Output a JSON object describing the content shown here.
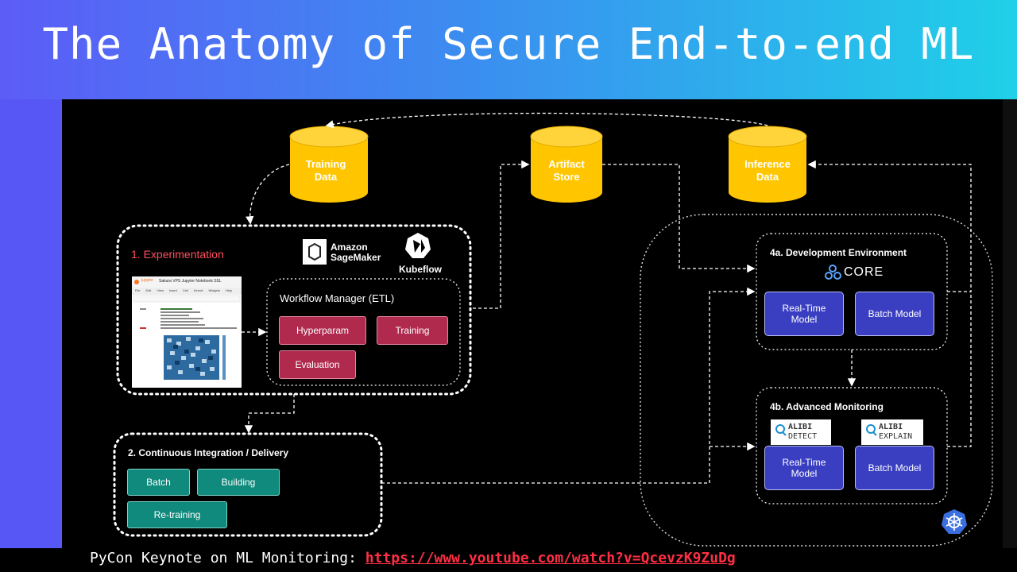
{
  "title": "The Anatomy of Secure End-to-end ML",
  "footer": {
    "prefix": "PyCon Keynote on ML Monitoring: ",
    "link": "https://www.youtube.com/watch?v=QcevzK9ZuDg"
  },
  "stores": {
    "training": [
      "Training",
      "Data"
    ],
    "artifact": [
      "Artifact",
      "Store"
    ],
    "inference": [
      "Inference",
      "Data"
    ]
  },
  "experimentation": {
    "label": "1. Experimentation",
    "sagemaker": [
      "Amazon",
      "SageMaker"
    ],
    "kubeflow": "Kubeflow",
    "workflow": {
      "label": "Workflow Manager (ETL)",
      "hyperparam": "Hyperparam",
      "training": "Training",
      "evaluation": "Evaluation"
    }
  },
  "notebook": {
    "brand": "jupyter",
    "title": "Sakura VPS Jupyter Notebook SSL",
    "menu": [
      "File",
      "Edit",
      "View",
      "Insert",
      "Cell",
      "Kernel",
      "Widgets",
      "Help"
    ]
  },
  "ci": {
    "label": "2. Continuous Integration / Delivery",
    "batch": "Batch",
    "building": "Building",
    "retraining": "Re-training"
  },
  "dev": {
    "label": "4a. Development Environment",
    "core": "CORE",
    "realtime": [
      "Real-Time",
      "Model"
    ],
    "batch": "Batch Model"
  },
  "monitoring": {
    "label": "4b. Advanced Monitoring",
    "detect": [
      "ALIBI",
      "DETECT"
    ],
    "explain": [
      "ALIBI",
      "EXPLAIN"
    ],
    "realtime": [
      "Real-Time",
      "Model"
    ],
    "batch": "Batch Model"
  },
  "colors": {
    "store": "#ffc600",
    "workflow_step": "#b02a4d",
    "ci_step": "#0f8a7c",
    "model": "#3a3fc2",
    "experimentation_label": "#ff4f5e",
    "link": "#ff2e44"
  },
  "icons": {
    "kubeflow": "kubeflow-logo-icon",
    "core": "seldon-core-logo-icon",
    "kubernetes": "kubernetes-helm-icon"
  }
}
